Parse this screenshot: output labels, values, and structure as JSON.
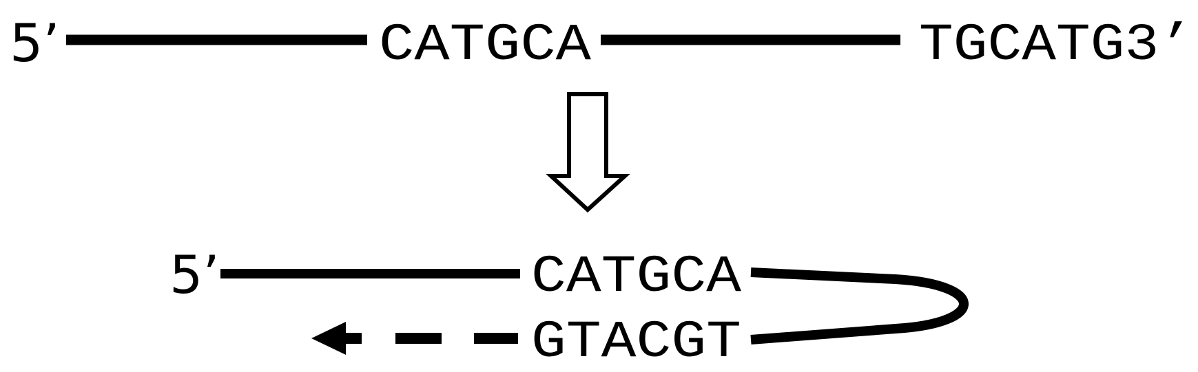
{
  "diagram": {
    "top_strand": {
      "five_prime_label": "5’",
      "left_sequence": "CATGCA",
      "right_sequence": "TGCATG3’"
    },
    "bottom_structure": {
      "five_prime_label": "5’",
      "top_sequence": "CATGCA",
      "bottom_sequence": "GTACGT"
    },
    "colors": {
      "line": "#000000",
      "background": "#ffffff"
    }
  }
}
